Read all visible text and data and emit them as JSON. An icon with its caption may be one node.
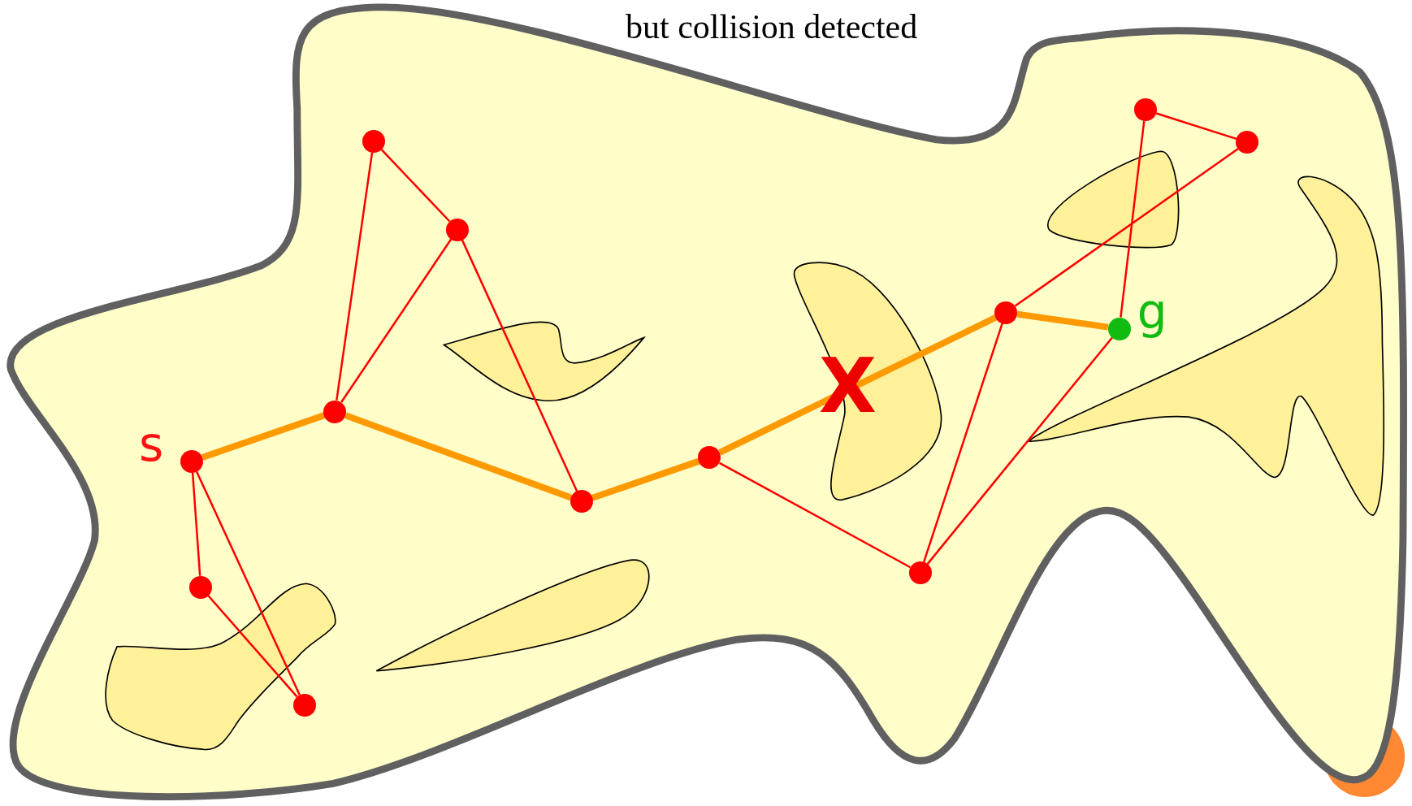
{
  "diagram": {
    "nodes": [
      {
        "text": [],
        "shape": "circle",
        "beside": [
          "s"
        ]
      },
      {
        "text": [],
        "shape": "circle"
      },
      {
        "text": [],
        "shape": "circle"
      },
      {
        "text": [],
        "shape": "circle"
      },
      {
        "text": [],
        "shape": "circle"
      },
      {
        "text": [],
        "shape": "circle"
      },
      {
        "text": [],
        "shape": "circle"
      },
      {
        "text": [],
        "shape": "circle"
      },
      {
        "text": [],
        "shape": "circle",
        "beside": [
          "g"
        ]
      },
      {
        "text": [],
        "shape": "circle"
      },
      {
        "text": [],
        "shape": "circle"
      },
      {
        "text": [],
        "shape": "circle"
      },
      {
        "text": [],
        "shape": "circle"
      }
    ],
    "edges": [
      {
        "from": 1,
        "to": 2,
        "arrow": "none"
      },
      {
        "from": 1,
        "to": 3,
        "arrow": "none"
      },
      {
        "from": 2,
        "to": 3,
        "arrow": "none"
      },
      {
        "from": 3,
        "to": 4,
        "arrow": "none"
      },
      {
        "from": 5,
        "to": 6,
        "arrow": "none"
      },
      {
        "from": 6,
        "to": 7,
        "arrow": "none"
      },
      {
        "from": 6,
        "to": 8,
        "arrow": "none"
      },
      {
        "from": 7,
        "to": 10,
        "arrow": "none"
      },
      {
        "from": 8,
        "to": 9,
        "arrow": "none"
      },
      {
        "from": 9,
        "to": 10,
        "arrow": "none"
      },
      {
        "from": 0,
        "to": 11,
        "arrow": "none"
      },
      {
        "from": 11,
        "to": 12,
        "arrow": "none"
      },
      {
        "from": 0,
        "to": 12,
        "arrow": "none"
      },
      {
        "from": 0,
        "to": 1,
        "arrow": "none",
        "style": "thick",
        "color": "#ff9900"
      },
      {
        "from": 1,
        "to": 4,
        "arrow": "none",
        "style": "thick",
        "color": "#ff9900"
      },
      {
        "from": 4,
        "to": 5,
        "arrow": "none",
        "style": "thick",
        "color": "#ff9900"
      },
      {
        "from": 5,
        "to": 7,
        "arrow": "none",
        "style": "thick",
        "color": "#ff9900"
      },
      {
        "from": 7,
        "to": 8,
        "arrow": "none",
        "style": "thick",
        "color": "#ff9900"
      }
    ],
    "labels": [
      "but collision detected",
      "X"
    ]
  }
}
